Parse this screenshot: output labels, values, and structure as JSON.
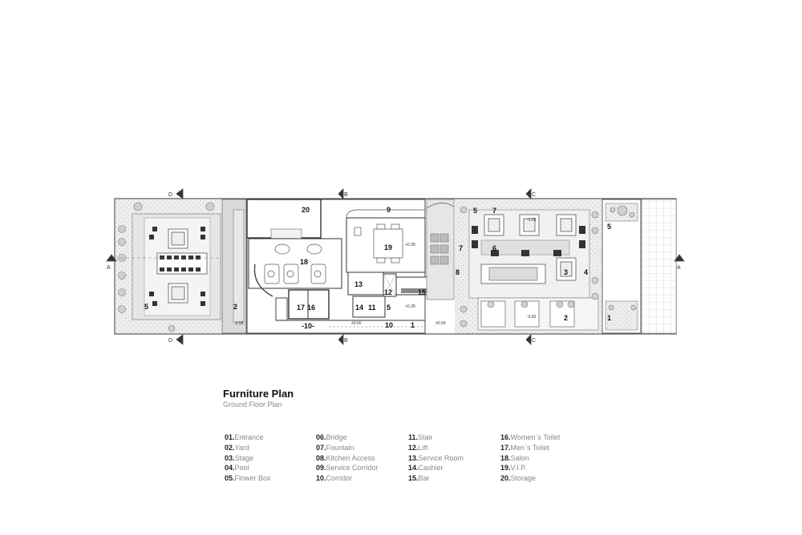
{
  "plan": {
    "title": "Furniture Plan",
    "subtitle": "Ground Floor Plan",
    "legend": [
      {
        "num": "01.",
        "label": "Entrance"
      },
      {
        "num": "02.",
        "label": "Yard"
      },
      {
        "num": "03.",
        "label": "Stage"
      },
      {
        "num": "04.",
        "label": "Pool"
      },
      {
        "num": "05.",
        "label": "Flower Box"
      },
      {
        "num": "06.",
        "label": "Bridge"
      },
      {
        "num": "07.",
        "label": "Fountain"
      },
      {
        "num": "08.",
        "label": "Kitchen Access"
      },
      {
        "num": "09.",
        "label": "Service Corridor"
      },
      {
        "num": "10.",
        "label": "Corridor"
      },
      {
        "num": "11.",
        "label": "Stair"
      },
      {
        "num": "12.",
        "label": "Lift"
      },
      {
        "num": "13.",
        "label": "Service Room"
      },
      {
        "num": "14.",
        "label": "Cashier"
      },
      {
        "num": "15.",
        "label": "Bar"
      },
      {
        "num": "16.",
        "label": "Women`s Toilet"
      },
      {
        "num": "17.",
        "label": "Men`s Toilet"
      },
      {
        "num": "18.",
        "label": "Salon"
      },
      {
        "num": "19.",
        "label": "V.I.P."
      },
      {
        "num": "20.",
        "label": "Storage"
      }
    ],
    "room_labels": {
      "r20": "20",
      "r9": "9",
      "r5a": "5",
      "r7a": "7",
      "r5b": "5",
      "r5c": "5",
      "r19": "19",
      "r18": "18",
      "r7b": "7",
      "r6": "6",
      "r8": "8",
      "r3": "3",
      "r4": "4",
      "r13": "13",
      "r12": "12",
      "r15": "15",
      "r2a": "2",
      "r17": "17",
      "r16": "16",
      "r14": "14",
      "r11": "11",
      "r5d": "5",
      "r10a": "-10-",
      "r10b": "10",
      "r1a": "1",
      "r2b": "2",
      "r1b": "1"
    },
    "section_marks": {
      "a": "A",
      "b": "B",
      "c": "C",
      "d": "D"
    },
    "levels": {
      "l1": "-0.55",
      "l2": "±0.00",
      "l3": "±0.00",
      "l4": "+0.28",
      "l5": "+0.28",
      "l6": "-1.20",
      "l7": "-0.60"
    }
  }
}
